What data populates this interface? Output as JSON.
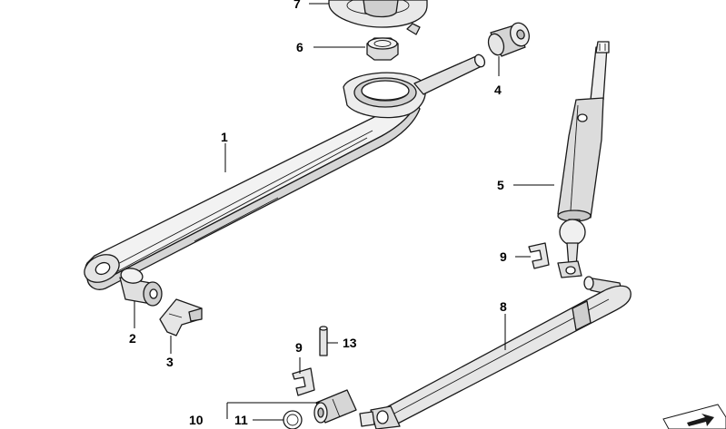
{
  "diagram": {
    "callouts": [
      {
        "id": "c1",
        "label": "1"
      },
      {
        "id": "c2",
        "label": "2"
      },
      {
        "id": "c3",
        "label": "3"
      },
      {
        "id": "c4",
        "label": "4"
      },
      {
        "id": "c5",
        "label": "5"
      },
      {
        "id": "c6",
        "label": "6"
      },
      {
        "id": "c7",
        "label": "7"
      },
      {
        "id": "c8",
        "label": "8"
      },
      {
        "id": "c9a",
        "label": "9"
      },
      {
        "id": "c9b",
        "label": "9"
      },
      {
        "id": "c10",
        "label": "10"
      },
      {
        "id": "c11",
        "label": "11"
      },
      {
        "id": "c13",
        "label": "13"
      }
    ],
    "colors": {
      "line": "#1a1a1a",
      "part_light": "#f2f2f2",
      "part_mid": "#d9d9d9",
      "part_dark": "#a8a8a8",
      "background": "#ffffff"
    },
    "icons": [
      "page-corner-icon"
    ]
  }
}
